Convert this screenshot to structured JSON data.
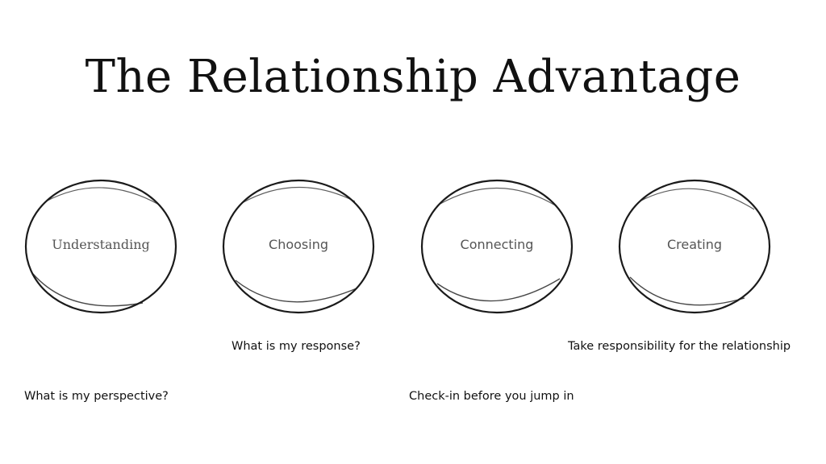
{
  "title": "The Relationship Advantage",
  "stages": [
    {
      "label": "Understanding",
      "caption": "What is my perspective?"
    },
    {
      "label": "Choosing",
      "caption": "What is my response?"
    },
    {
      "label": "Connecting",
      "caption": "Check-in before you jump in"
    },
    {
      "label": "Creating",
      "caption": "Take responsibility for the relationship"
    }
  ],
  "colors": {
    "stroke": "#1a1a1a",
    "label": "#555555",
    "text": "#111111",
    "background": "#ffffff"
  }
}
